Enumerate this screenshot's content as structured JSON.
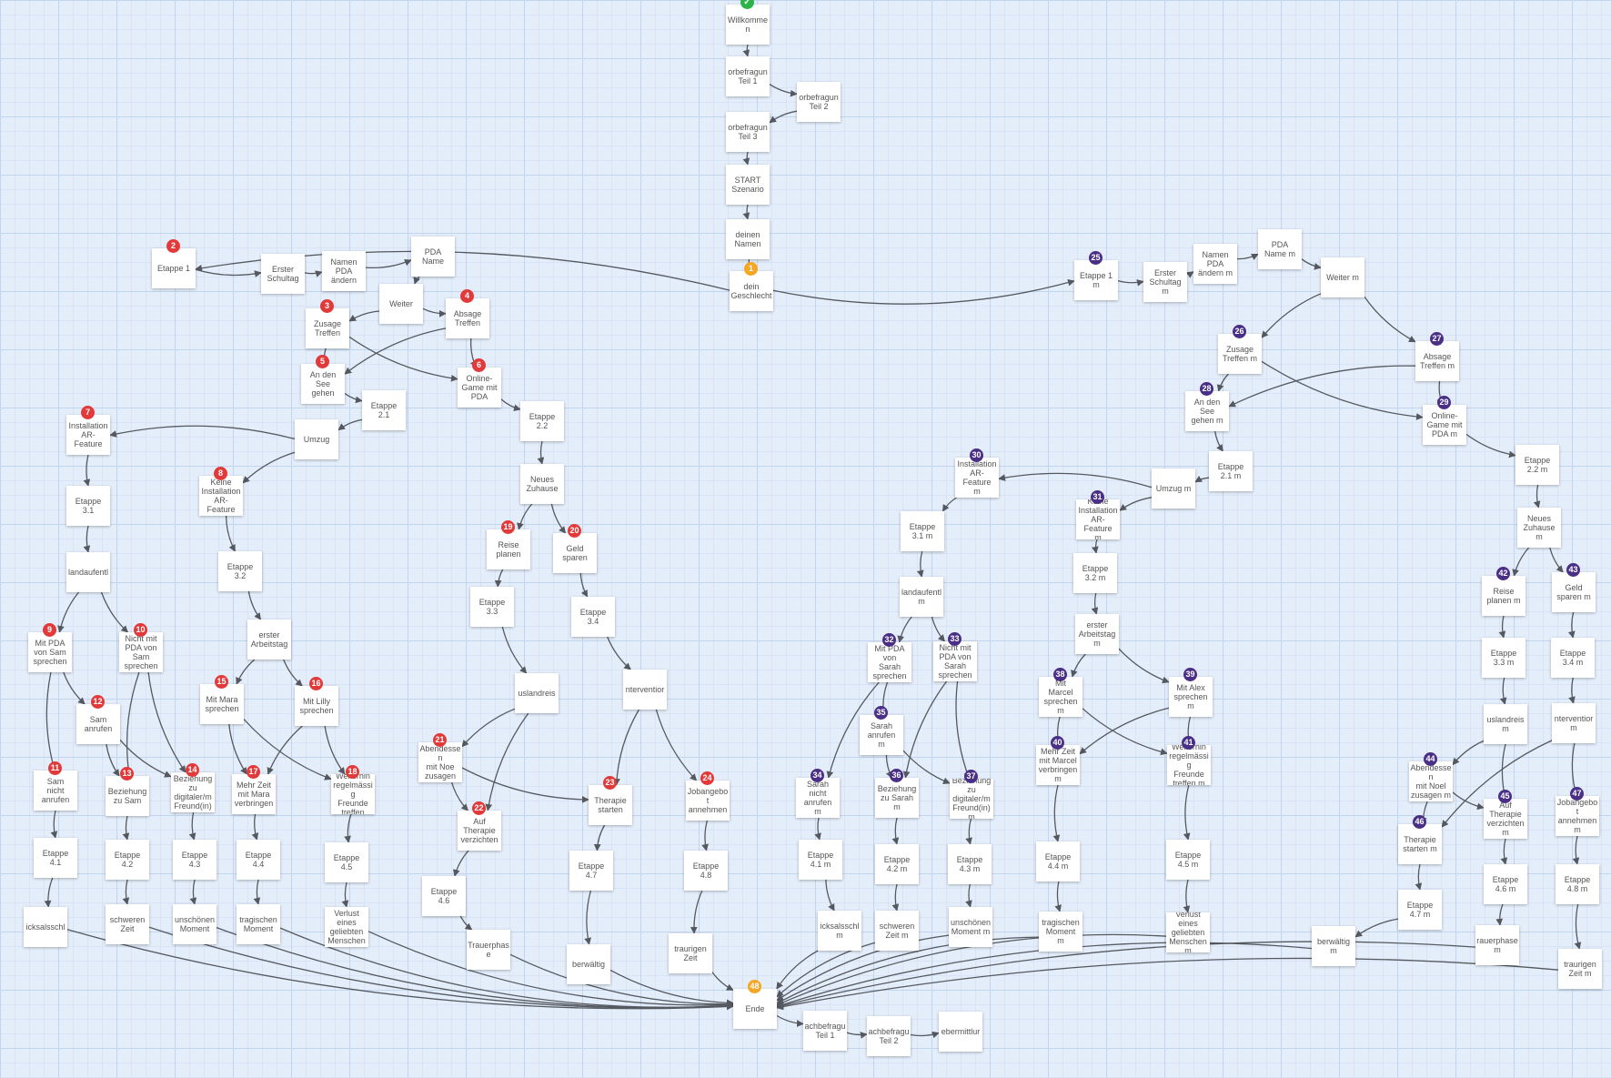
{
  "colors": {
    "background": "#e4eefb",
    "grid": "#c3d5ee",
    "node_fill": "#ffffff",
    "node_text": "#555555",
    "edge": "#55595f",
    "badge_red": "#e23a3a",
    "badge_purple": "#4a2f86",
    "badge_orange": "#f5a623",
    "badge_green": "#2cb44a"
  },
  "nodes": [
    {
      "id": "willkommen",
      "label": "Willkommen",
      "badge": "✓",
      "badge_color": "green"
    },
    {
      "id": "vb1",
      "label": "orbefragun\nTeil 1"
    },
    {
      "id": "vb2",
      "label": "orbefragun\nTeil 2"
    },
    {
      "id": "vb3",
      "label": "orbefragun\nTeil 3"
    },
    {
      "id": "start",
      "label": "START\nSzenario"
    },
    {
      "id": "namen",
      "label": "deinen\nNamen"
    },
    {
      "id": "geschlecht",
      "label": "dein\nGeschlecht",
      "badge": "1",
      "badge_color": "orange"
    },
    {
      "id": "e1",
      "label": "Etappe 1",
      "badge": "2",
      "badge_color": "red"
    },
    {
      "id": "schultag",
      "label": "Erster\nSchultag"
    },
    {
      "id": "pdaaendern",
      "label": "Namen\nPDA\nändern"
    },
    {
      "id": "pdaname",
      "label": "PDA\nName"
    },
    {
      "id": "weiter",
      "label": "Weiter"
    },
    {
      "id": "zusage",
      "label": "Zusage\nTreffen",
      "badge": "3",
      "badge_color": "red"
    },
    {
      "id": "absage",
      "label": "Absage\nTreffen",
      "badge": "4",
      "badge_color": "red"
    },
    {
      "id": "see",
      "label": "An den\nSee\ngehen",
      "badge": "5",
      "badge_color": "red"
    },
    {
      "id": "online",
      "label": "Online-\nGame mit\nPDA",
      "badge": "6",
      "badge_color": "red"
    },
    {
      "id": "e21",
      "label": "Etappe\n2.1"
    },
    {
      "id": "umzug",
      "label": "Umzug"
    },
    {
      "id": "e22",
      "label": "Etappe\n2.2"
    },
    {
      "id": "arinst",
      "label": "Installation\nAR-Feature",
      "badge": "7",
      "badge_color": "red"
    },
    {
      "id": "keinar",
      "label": "Keine\nInstallation\nAR-Feature",
      "badge": "8",
      "badge_color": "red"
    },
    {
      "id": "zuhause",
      "label": "Neues\nZuhause"
    },
    {
      "id": "e31",
      "label": "Etappe\n3.1"
    },
    {
      "id": "e32",
      "label": "Etappe\n3.2"
    },
    {
      "id": "reise",
      "label": "Reise\nplanen",
      "badge": "19",
      "badge_color": "red"
    },
    {
      "id": "geld",
      "label": "Geld\nsparen",
      "badge": "20",
      "badge_color": "red"
    },
    {
      "id": "landauf",
      "label": "landaufentl"
    },
    {
      "id": "arbeitstag",
      "label": "erster\nArbeitstag"
    },
    {
      "id": "e33",
      "label": "Etappe\n3.3"
    },
    {
      "id": "e34",
      "label": "Etappe\n3.4"
    },
    {
      "id": "mitpda",
      "label": "Mit PDA\nvon Sam\nsprechen",
      "badge": "9",
      "badge_color": "red"
    },
    {
      "id": "nichtpda",
      "label": "Nicht mit\nPDA von\nSam\nsprechen",
      "badge": "10",
      "badge_color": "red"
    },
    {
      "id": "mitmara",
      "label": "Mit Mara\nsprechen",
      "badge": "15",
      "badge_color": "red"
    },
    {
      "id": "mitlilly",
      "label": "Mit Lilly\nsprechen",
      "badge": "16",
      "badge_color": "red"
    },
    {
      "id": "auslandreise",
      "label": "uslandreis"
    },
    {
      "id": "intervention",
      "label": "nterventior"
    },
    {
      "id": "samanrufen",
      "label": "Sam\nanrufen",
      "badge": "12",
      "badge_color": "red"
    },
    {
      "id": "abendessen",
      "label": "Abendessen\nmit Noe\nzusagen",
      "badge": "21",
      "badge_color": "red"
    },
    {
      "id": "samnicht",
      "label": "Sam\nnicht\nanrufen",
      "badge": "11",
      "badge_color": "red"
    },
    {
      "id": "bezsam",
      "label": "Beziehung\nzu Sam",
      "badge": "13",
      "badge_color": "red"
    },
    {
      "id": "bezdig",
      "label": "Beziehung\nzu\ndigitaler/m\nFreund(in)",
      "badge": "14",
      "badge_color": "red"
    },
    {
      "id": "mehrzeit",
      "label": "Mehr Zeit\nmit Mara\nverbringen",
      "badge": "17",
      "badge_color": "red"
    },
    {
      "id": "weiterhin",
      "label": "Weiterhin\nregelmässig\nFreunde\ntreffen",
      "badge": "18",
      "badge_color": "red"
    },
    {
      "id": "therapiestart",
      "label": "Therapie\nstarten",
      "badge": "23",
      "badge_color": "red"
    },
    {
      "id": "jobangebot",
      "label": "Jobangebot\nannehmen",
      "badge": "24",
      "badge_color": "red"
    },
    {
      "id": "therapiever",
      "label": "Auf\nTherapie\nverzichten",
      "badge": "22",
      "badge_color": "red"
    },
    {
      "id": "e41",
      "label": "Etappe\n4.1"
    },
    {
      "id": "e42",
      "label": "Etappe\n4.2"
    },
    {
      "id": "e43",
      "label": "Etappe\n4.3"
    },
    {
      "id": "e44",
      "label": "Etappe\n4.4"
    },
    {
      "id": "e45",
      "label": "Etappe\n4.5"
    },
    {
      "id": "e47",
      "label": "Etappe\n4.7"
    },
    {
      "id": "e48",
      "label": "Etappe\n4.8"
    },
    {
      "id": "e46",
      "label": "Etappe\n4.6"
    },
    {
      "id": "gluecks",
      "label": "icksalsschl"
    },
    {
      "id": "schweren",
      "label": "schweren\nZeit"
    },
    {
      "id": "unschoen",
      "label": "unschönen\nMoment"
    },
    {
      "id": "tragisch",
      "label": "tragischen\nMoment"
    },
    {
      "id": "verlust",
      "label": "Verlust\neines\ngeliebten\nMenschen"
    },
    {
      "id": "trauerphase",
      "label": "Trauerphase"
    },
    {
      "id": "ueberwaeltig",
      "label": "berwältig"
    },
    {
      "id": "traurigen",
      "label": "traurigen\nZeit"
    },
    {
      "id": "ende",
      "label": "Ende",
      "badge": "48",
      "badge_color": "orange"
    },
    {
      "id": "nb1",
      "label": "achbefragu\nTeil 1"
    },
    {
      "id": "nb2",
      "label": "achbefragu\nTeil 2"
    },
    {
      "id": "uebermittlung",
      "label": "ebermittlur"
    },
    {
      "id": "e1m",
      "label": "Etappe 1\nm",
      "badge": "25",
      "badge_color": "purple"
    },
    {
      "id": "schultagm",
      "label": "Erster\nSchultag\nm"
    },
    {
      "id": "pdaaendernm",
      "label": "Namen\nPDA\nändern m"
    },
    {
      "id": "pdanamem",
      "label": "PDA\nName m"
    },
    {
      "id": "weiterm",
      "label": "Weiter m"
    },
    {
      "id": "zusagem",
      "label": "Zusage\nTreffen m",
      "badge": "26",
      "badge_color": "purple"
    },
    {
      "id": "absagem",
      "label": "Absage\nTreffen m",
      "badge": "27",
      "badge_color": "purple"
    },
    {
      "id": "seem",
      "label": "An den\nSee\ngehen m",
      "badge": "28",
      "badge_color": "purple"
    },
    {
      "id": "onlinem",
      "label": "Online-\nGame mit\nPDA m",
      "badge": "29",
      "badge_color": "purple"
    },
    {
      "id": "e21m",
      "label": "Etappe\n2.1 m"
    },
    {
      "id": "umzugm",
      "label": "Umzug m"
    },
    {
      "id": "e22m",
      "label": "Etappe\n2.2 m"
    },
    {
      "id": "arinstm",
      "label": "Installation\nAR-Feature\nm",
      "badge": "30",
      "badge_color": "purple"
    },
    {
      "id": "keinarm",
      "label": "Keine\nInstallation\nAR-Feature\nm",
      "badge": "31",
      "badge_color": "purple"
    },
    {
      "id": "zuhausem",
      "label": "Neues\nZuhause\nm"
    },
    {
      "id": "e31m",
      "label": "Etappe\n3.1 m"
    },
    {
      "id": "e32m",
      "label": "Etappe\n3.2 m"
    },
    {
      "id": "reisem",
      "label": "Reise\nplanen m",
      "badge": "42",
      "badge_color": "purple"
    },
    {
      "id": "geldm",
      "label": "Geld\nsparen m",
      "badge": "43",
      "badge_color": "purple"
    },
    {
      "id": "landaufm",
      "label": "landaufentl\nm"
    },
    {
      "id": "arbeitstagm",
      "label": "erster\nArbeitstag\nm"
    },
    {
      "id": "e33m",
      "label": "Etappe\n3.3 m"
    },
    {
      "id": "e34m",
      "label": "Etappe\n3.4 m"
    },
    {
      "id": "mitpdam",
      "label": "Mit PDA\nvon\nSarah\nsprechen",
      "badge": "32",
      "badge_color": "purple"
    },
    {
      "id": "nichtpdam",
      "label": "Nicht mit\nPDA von\nSarah\nsprechen",
      "badge": "33",
      "badge_color": "purple"
    },
    {
      "id": "mitmarcel",
      "label": "Mit\nMarcel\nsprechen\nm",
      "badge": "38",
      "badge_color": "purple"
    },
    {
      "id": "mitalex",
      "label": "Mit Alex\nsprechen\nm",
      "badge": "39",
      "badge_color": "purple"
    },
    {
      "id": "auslandreisem",
      "label": "uslandreis\nm"
    },
    {
      "id": "interventionm",
      "label": "nterventior\nm"
    },
    {
      "id": "sarahanrufen",
      "label": "Sarah\nanrufen\nm",
      "badge": "35",
      "badge_color": "purple"
    },
    {
      "id": "abendessenm",
      "label": "Abendessen\nmit Noel\nzusagen m",
      "badge": "44",
      "badge_color": "purple"
    },
    {
      "id": "sarahnicht",
      "label": "Sarah\nnicht\nanrufen\nm",
      "badge": "34",
      "badge_color": "purple"
    },
    {
      "id": "bezsarah",
      "label": "Beziehung\nzu Sarah\nm",
      "badge": "36",
      "badge_color": "purple"
    },
    {
      "id": "bezdigm",
      "label": "Beziehung\nzu\ndigitaler/m\nFreund(in)\nm",
      "badge": "37",
      "badge_color": "purple"
    },
    {
      "id": "mehrzeitm",
      "label": "Mehr Zeit\nmit Marcel\nverbringen\nm",
      "badge": "40",
      "badge_color": "purple"
    },
    {
      "id": "weiterhinm",
      "label": "Weiterhin\nregelmässig\nFreunde\ntreffen m",
      "badge": "41",
      "badge_color": "purple"
    },
    {
      "id": "therapiestartm",
      "label": "Therapie\nstarten m",
      "badge": "46",
      "badge_color": "purple"
    },
    {
      "id": "therapieverm",
      "label": "Auf\nTherapie\nverzichten\nm",
      "badge": "45",
      "badge_color": "purple"
    },
    {
      "id": "jobangebotm",
      "label": "Jobangebot\nannehmen\nm",
      "badge": "47",
      "badge_color": "purple"
    },
    {
      "id": "e41m",
      "label": "Etappe\n4.1 m"
    },
    {
      "id": "e42m",
      "label": "Etappe\n4.2 m"
    },
    {
      "id": "e43m",
      "label": "Etappe\n4.3 m"
    },
    {
      "id": "e44m",
      "label": "Etappe\n4.4 m"
    },
    {
      "id": "e45m",
      "label": "Etappe\n4.5 m"
    },
    {
      "id": "e46m",
      "label": "Etappe\n4.6 m"
    },
    {
      "id": "e47m",
      "label": "Etappe\n4.7 m"
    },
    {
      "id": "e48m",
      "label": "Etappe\n4.8 m"
    },
    {
      "id": "gluecksm",
      "label": "icksalsschl\nm"
    },
    {
      "id": "schwerenm",
      "label": "schweren\nZeit m"
    },
    {
      "id": "unschoenm",
      "label": "unschönen\nMoment m"
    },
    {
      "id": "tragischm",
      "label": "tragischen\nMoment\nm"
    },
    {
      "id": "verlustm",
      "label": "Verlust\neines\ngeliebten\nMenschen\nm"
    },
    {
      "id": "ueberwaeltigm",
      "label": "berwältig\nm"
    },
    {
      "id": "trauerphasem",
      "label": "rauerphase\nm"
    },
    {
      "id": "traurigenm",
      "label": "traurigen\nZeit m"
    }
  ],
  "edges": [
    [
      "willkommen",
      "vb1"
    ],
    [
      "vb1",
      "vb2"
    ],
    [
      "vb2",
      "vb3"
    ],
    [
      "vb3",
      "start"
    ],
    [
      "start",
      "namen"
    ],
    [
      "namen",
      "geschlecht"
    ],
    [
      "geschlecht",
      "e1"
    ],
    [
      "geschlecht",
      "e1m"
    ],
    [
      "e1",
      "schultag"
    ],
    [
      "schultag",
      "pdaaendern"
    ],
    [
      "pdaaendern",
      "pdaname"
    ],
    [
      "pdaname",
      "weiter"
    ],
    [
      "weiter",
      "zusage"
    ],
    [
      "weiter",
      "absage"
    ],
    [
      "zusage",
      "see"
    ],
    [
      "zusage",
      "online"
    ],
    [
      "absage",
      "see"
    ],
    [
      "absage",
      "online"
    ],
    [
      "see",
      "e21"
    ],
    [
      "e21",
      "umzug"
    ],
    [
      "online",
      "e22"
    ],
    [
      "umzug",
      "arinst"
    ],
    [
      "umzug",
      "keinar"
    ],
    [
      "arinst",
      "e31"
    ],
    [
      "keinar",
      "e32"
    ],
    [
      "e22",
      "zuhause"
    ],
    [
      "zuhause",
      "reise"
    ],
    [
      "zuhause",
      "geld"
    ],
    [
      "e31",
      "landauf"
    ],
    [
      "landauf",
      "mitpda"
    ],
    [
      "landauf",
      "nichtpda"
    ],
    [
      "mitpda",
      "samanrufen"
    ],
    [
      "mitpda",
      "samnicht"
    ],
    [
      "nichtpda",
      "bezsam"
    ],
    [
      "nichtpda",
      "bezdig"
    ],
    [
      "samanrufen",
      "bezsam"
    ],
    [
      "samanrufen",
      "bezdig"
    ],
    [
      "samnicht",
      "e41"
    ],
    [
      "bezsam",
      "e42"
    ],
    [
      "bezdig",
      "e43"
    ],
    [
      "e32",
      "arbeitstag"
    ],
    [
      "arbeitstag",
      "mitmara"
    ],
    [
      "arbeitstag",
      "mitlilly"
    ],
    [
      "mitmara",
      "mehrzeit"
    ],
    [
      "mitmara",
      "weiterhin"
    ],
    [
      "mitlilly",
      "mehrzeit"
    ],
    [
      "mitlilly",
      "weiterhin"
    ],
    [
      "mehrzeit",
      "e44"
    ],
    [
      "weiterhin",
      "e45"
    ],
    [
      "reise",
      "e33"
    ],
    [
      "e33",
      "auslandreise"
    ],
    [
      "auslandreise",
      "abendessen"
    ],
    [
      "auslandreise",
      "therapiever"
    ],
    [
      "abendessen",
      "therapiever"
    ],
    [
      "abendessen",
      "therapiestart"
    ],
    [
      "geld",
      "e34"
    ],
    [
      "e34",
      "intervention"
    ],
    [
      "intervention",
      "therapiestart"
    ],
    [
      "intervention",
      "jobangebot"
    ],
    [
      "therapiever",
      "e46"
    ],
    [
      "therapiestart",
      "e47"
    ],
    [
      "jobangebot",
      "e48"
    ],
    [
      "e41",
      "gluecks"
    ],
    [
      "e42",
      "schweren"
    ],
    [
      "e43",
      "unschoen"
    ],
    [
      "e44",
      "tragisch"
    ],
    [
      "e45",
      "verlust"
    ],
    [
      "e46",
      "trauerphase"
    ],
    [
      "e47",
      "ueberwaeltig"
    ],
    [
      "e48",
      "traurigen"
    ],
    [
      "gluecks",
      "ende"
    ],
    [
      "schweren",
      "ende"
    ],
    [
      "unschoen",
      "ende"
    ],
    [
      "tragisch",
      "ende"
    ],
    [
      "verlust",
      "ende"
    ],
    [
      "trauerphase",
      "ende"
    ],
    [
      "ueberwaeltig",
      "ende"
    ],
    [
      "traurigen",
      "ende"
    ],
    [
      "ende",
      "nb1"
    ],
    [
      "nb1",
      "nb2"
    ],
    [
      "nb2",
      "uebermittlung"
    ],
    [
      "e1m",
      "schultagm"
    ],
    [
      "schultagm",
      "pdaaendernm"
    ],
    [
      "pdaaendernm",
      "pdanamem"
    ],
    [
      "pdanamem",
      "weiterm"
    ],
    [
      "weiterm",
      "zusagem"
    ],
    [
      "weiterm",
      "absagem"
    ],
    [
      "zusagem",
      "seem"
    ],
    [
      "zusagem",
      "onlinem"
    ],
    [
      "absagem",
      "seem"
    ],
    [
      "absagem",
      "onlinem"
    ],
    [
      "seem",
      "e21m"
    ],
    [
      "e21m",
      "umzugm"
    ],
    [
      "onlinem",
      "e22m"
    ],
    [
      "umzugm",
      "arinstm"
    ],
    [
      "umzugm",
      "keinarm"
    ],
    [
      "arinstm",
      "e31m"
    ],
    [
      "keinarm",
      "e32m"
    ],
    [
      "e22m",
      "zuhausem"
    ],
    [
      "zuhausem",
      "reisem"
    ],
    [
      "zuhausem",
      "geldm"
    ],
    [
      "e31m",
      "landaufm"
    ],
    [
      "landaufm",
      "mitpdam"
    ],
    [
      "landaufm",
      "nichtpdam"
    ],
    [
      "mitpdam",
      "sarahanrufen"
    ],
    [
      "mitpdam",
      "sarahnicht"
    ],
    [
      "nichtpdam",
      "bezsarah"
    ],
    [
      "nichtpdam",
      "bezdigm"
    ],
    [
      "sarahanrufen",
      "bezsarah"
    ],
    [
      "sarahanrufen",
      "bezdigm"
    ],
    [
      "sarahnicht",
      "e41m"
    ],
    [
      "bezsarah",
      "e42m"
    ],
    [
      "bezdigm",
      "e43m"
    ],
    [
      "e32m",
      "arbeitstagm"
    ],
    [
      "arbeitstagm",
      "mitmarcel"
    ],
    [
      "arbeitstagm",
      "mitalex"
    ],
    [
      "mitmarcel",
      "mehrzeitm"
    ],
    [
      "mitmarcel",
      "weiterhinm"
    ],
    [
      "mitalex",
      "mehrzeitm"
    ],
    [
      "mitalex",
      "weiterhinm"
    ],
    [
      "mehrzeitm",
      "e44m"
    ],
    [
      "weiterhinm",
      "e45m"
    ],
    [
      "reisem",
      "e33m"
    ],
    [
      "e33m",
      "auslandreisem"
    ],
    [
      "auslandreisem",
      "abendessenm"
    ],
    [
      "auslandreisem",
      "therapieverm"
    ],
    [
      "abendessenm",
      "therapieverm"
    ],
    [
      "abendessenm",
      "therapiestartm"
    ],
    [
      "geldm",
      "e34m"
    ],
    [
      "e34m",
      "interventionm"
    ],
    [
      "interventionm",
      "therapiestartm"
    ],
    [
      "interventionm",
      "jobangebotm"
    ],
    [
      "therapieverm",
      "e46m"
    ],
    [
      "therapiestartm",
      "e47m"
    ],
    [
      "jobangebotm",
      "e48m"
    ],
    [
      "e41m",
      "gluecksm"
    ],
    [
      "e42m",
      "schwerenm"
    ],
    [
      "e43m",
      "unschoenm"
    ],
    [
      "e44m",
      "tragischm"
    ],
    [
      "e45m",
      "verlustm"
    ],
    [
      "e46m",
      "trauerphasem"
    ],
    [
      "e47m",
      "ueberwaeltigm"
    ],
    [
      "e48m",
      "traurigenm"
    ],
    [
      "gluecksm",
      "ende"
    ],
    [
      "schwerenm",
      "ende"
    ],
    [
      "unschoenm",
      "ende"
    ],
    [
      "tragischm",
      "ende"
    ],
    [
      "verlustm",
      "ende"
    ],
    [
      "trauerphasem",
      "ende"
    ],
    [
      "ueberwaeltigm",
      "ende"
    ],
    [
      "traurigenm",
      "ende"
    ]
  ]
}
